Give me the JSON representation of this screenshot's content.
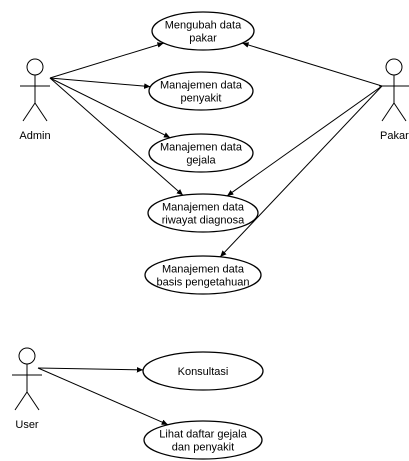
{
  "actors": {
    "admin": "Admin",
    "pakar": "Pakar",
    "user": "User"
  },
  "use_cases": [
    {
      "id": "mengubah-data-pakar",
      "lines": [
        "Mengubah data",
        "pakar"
      ]
    },
    {
      "id": "manajemen-data-penyakit",
      "lines": [
        "Manajemen data",
        "penyakit"
      ]
    },
    {
      "id": "manajemen-data-gejala",
      "lines": [
        "Manajemen data",
        "gejala"
      ]
    },
    {
      "id": "manajemen-data-riwayat-diagnosa",
      "lines": [
        "Manajemen data",
        "riwayat diagnosa"
      ]
    },
    {
      "id": "manajemen-data-basis-pengetahuan",
      "lines": [
        "Manajemen data",
        "basis pengetahuan"
      ]
    },
    {
      "id": "konsultasi",
      "lines": [
        "Konsultasi"
      ]
    },
    {
      "id": "lihat-daftar-gejala-dan-penyakit",
      "lines": [
        "Lihat daftar gejala",
        "dan penyakit"
      ]
    }
  ],
  "associations": [
    {
      "from": "admin",
      "to": "mengubah-data-pakar"
    },
    {
      "from": "admin",
      "to": "manajemen-data-penyakit"
    },
    {
      "from": "admin",
      "to": "manajemen-data-gejala"
    },
    {
      "from": "admin",
      "to": "manajemen-data-riwayat-diagnosa"
    },
    {
      "from": "pakar",
      "to": "mengubah-data-pakar"
    },
    {
      "from": "pakar",
      "to": "manajemen-data-riwayat-diagnosa"
    },
    {
      "from": "pakar",
      "to": "manajemen-data-basis-pengetahuan"
    },
    {
      "from": "user",
      "to": "konsultasi"
    },
    {
      "from": "user",
      "to": "lihat-daftar-gejala-dan-penyakit"
    }
  ]
}
